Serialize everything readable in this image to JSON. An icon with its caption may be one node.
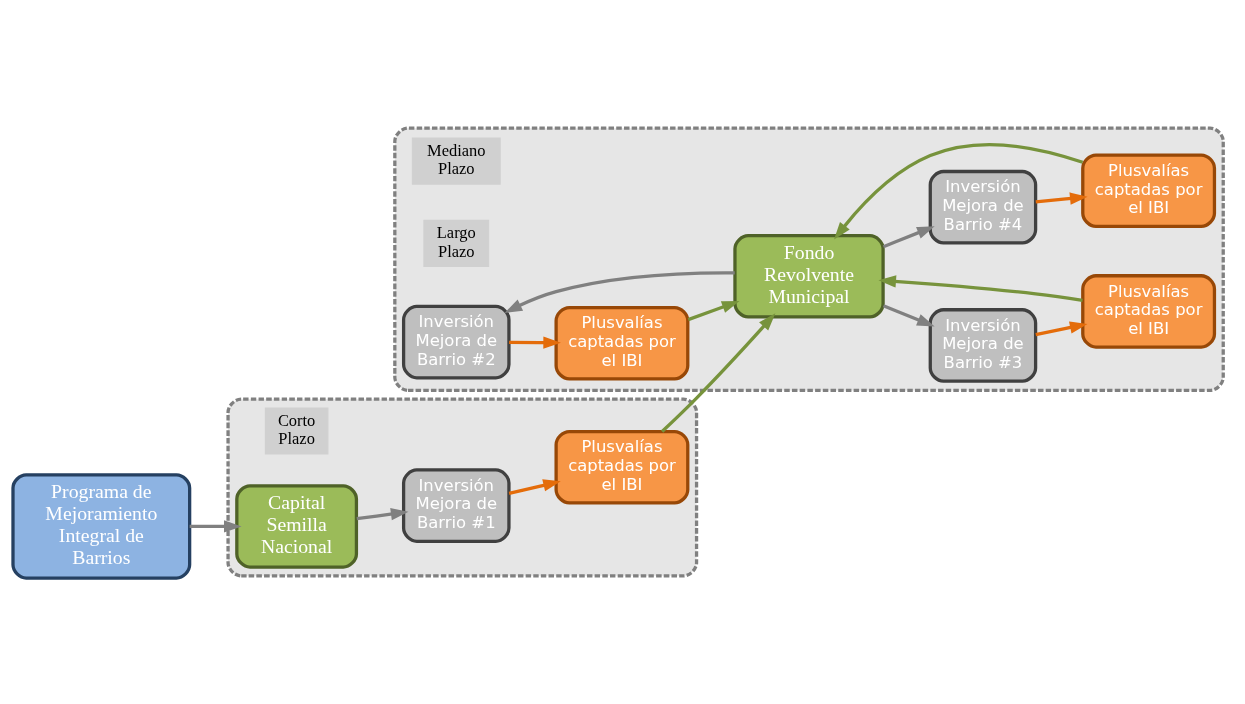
{
  "diagram": {
    "nodes": [
      {
        "text": [
          "Corto Plazo"
        ]
      },
      {
        "text": [
          "Capital Semilla Nacional"
        ],
        "in": 0
      },
      {
        "text": [
          "Inversión Mejora de Barrio #1"
        ],
        "in": 0
      },
      {
        "text": [
          "Plusvalías captadas por el IBI"
        ],
        "in": 0
      },
      {
        "text": [
          "Programa de Mejoramiento Integral de Barrios"
        ]
      },
      {
        "text": [
          "Mediano Plazo",
          "Largo Plazo"
        ]
      },
      {
        "text": [
          "Inversión Mejora de Barrio #2"
        ],
        "in": 5
      },
      {
        "text": [
          "Plusvalías captadas por el IBI"
        ],
        "in": 5
      },
      {
        "text": [
          "Fondo Revolvente Municipal"
        ],
        "in": 5
      },
      {
        "text": [
          "Inversión Mejora de Barrio #3"
        ],
        "in": 5
      },
      {
        "text": [
          "Plusvalías captadas por el IBI"
        ],
        "in": 5
      },
      {
        "text": [
          "Plusvalías captadas por el IBI"
        ],
        "in": 5
      },
      {
        "text": [
          "Inversión Mejora de Barrio #4"
        ],
        "in": 5
      }
    ],
    "edges": [
      {
        "from": 4,
        "to": 1,
        "arrow": "to"
      },
      {
        "from": 1,
        "to": 2,
        "arrow": "to"
      },
      {
        "from": 2,
        "to": 3,
        "arrow": "to",
        "color": "#e46c0a"
      },
      {
        "from": 3,
        "to": 8,
        "arrow": "to",
        "color": "#77933c"
      },
      {
        "from": 8,
        "to": 6,
        "arrow": "to"
      },
      {
        "from": 6,
        "to": 7,
        "arrow": "to",
        "color": "#e46c0a"
      },
      {
        "from": 7,
        "to": 8,
        "arrow": "to",
        "color": "#77933c"
      },
      {
        "from": 8,
        "to": 9,
        "arrow": "to"
      },
      {
        "from": 9,
        "to": 10,
        "arrow": "to",
        "color": "#e46c0a"
      },
      {
        "from": 10,
        "to": 8,
        "arrow": "to",
        "color": "#77933c"
      },
      {
        "from": 8,
        "to": 12,
        "arrow": "to"
      },
      {
        "from": 12,
        "to": 11,
        "arrow": "to",
        "color": "#e46c0a"
      },
      {
        "from": 11,
        "to": 8,
        "arrow": "to",
        "color": "#77933c"
      }
    ]
  }
}
